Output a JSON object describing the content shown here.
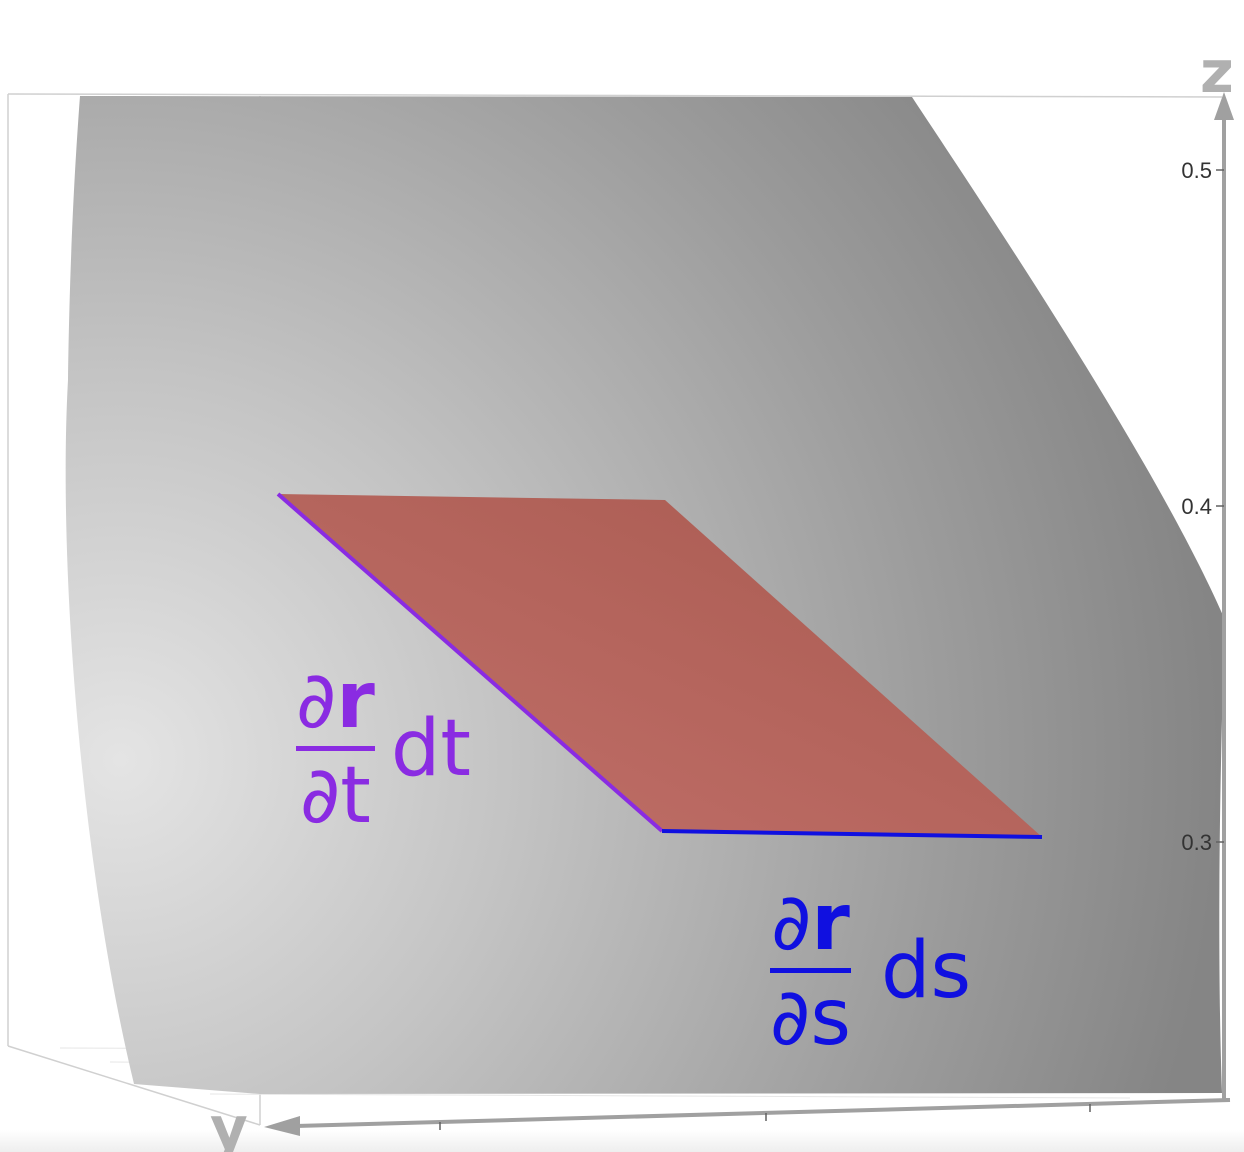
{
  "diagram": {
    "axes": {
      "z_label": "z",
      "y_label": "y",
      "z_ticks": [
        "0.5",
        "0.4",
        "0.3"
      ]
    },
    "labels": {
      "t_vector": {
        "partial": "∂",
        "numerator_symbol": "r",
        "denominator": "∂t",
        "differential": "dt"
      },
      "s_vector": {
        "partial": "∂",
        "numerator_symbol": "r",
        "denominator": "∂s",
        "differential": "ds"
      }
    },
    "colors": {
      "surface": "#a8a8a8",
      "patch": "#b5625a",
      "t_edge": "#8a2be2",
      "s_edge": "#1010e0",
      "axis": "#a0a0a0"
    }
  }
}
